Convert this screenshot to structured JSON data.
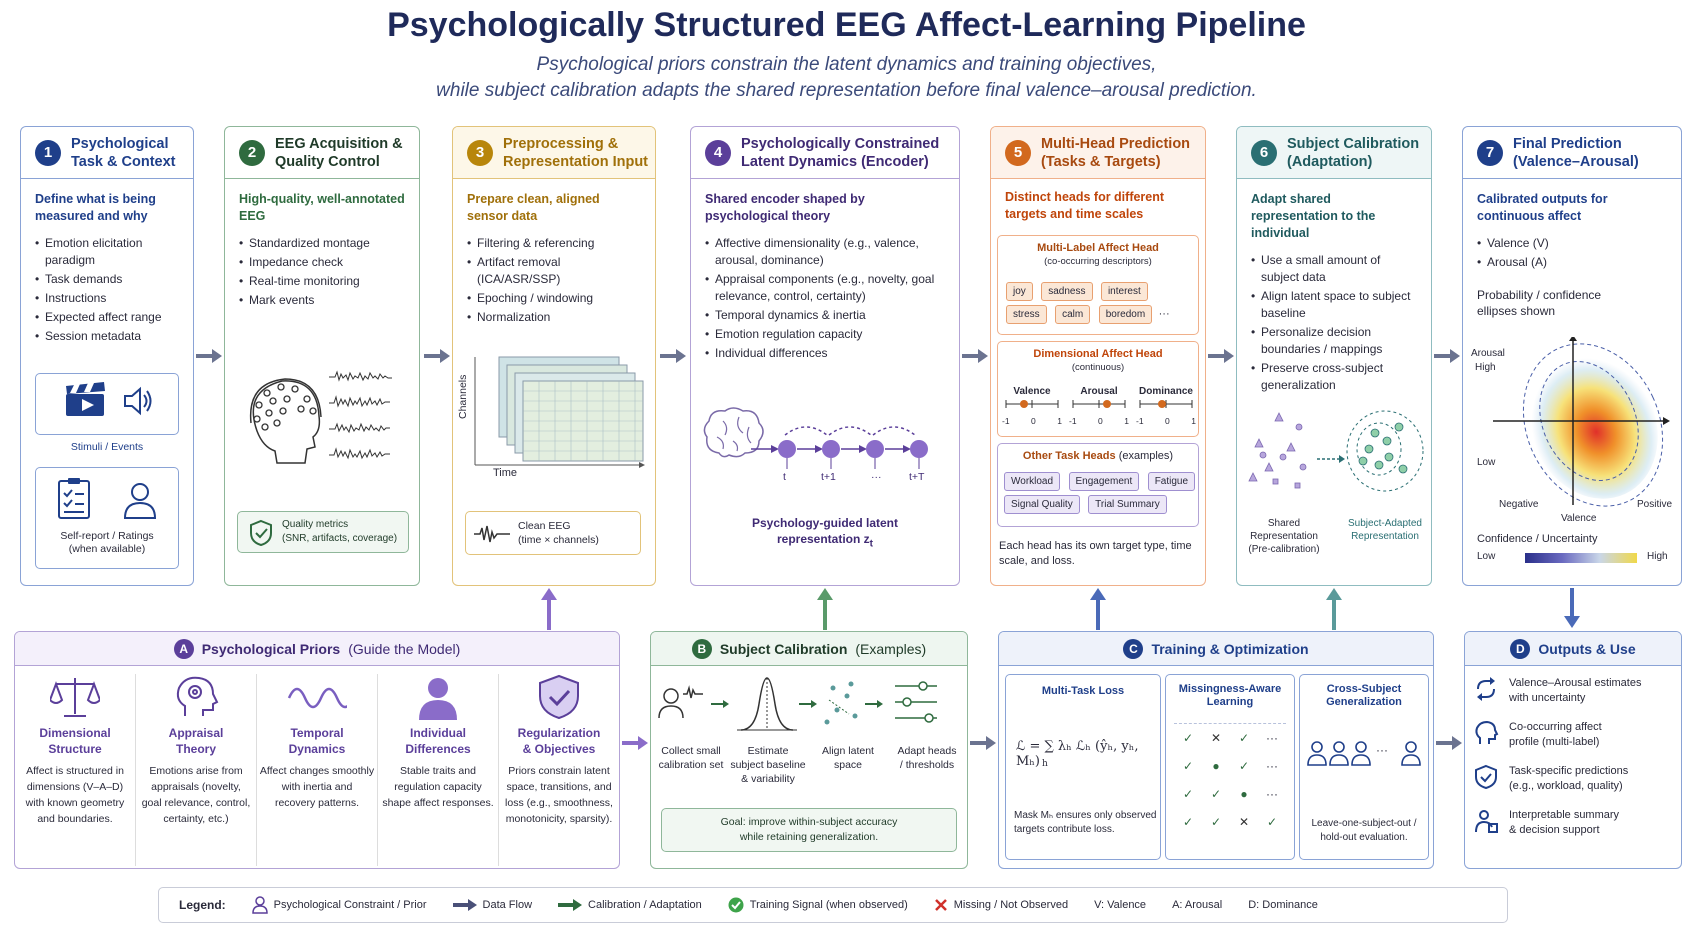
{
  "header": {
    "title": "Psychologically Structured EEG Affect-Learning Pipeline",
    "subtitle_1": "Psychological priors constrain the latent dynamics and training objectives,",
    "subtitle_2": "while subject calibration adapts the shared representation before final valence–arousal prediction."
  },
  "colors": {
    "blue": "#2b4fa8",
    "green": "#2f6b3f",
    "gold": "#b8860b",
    "purple": "#5b3f9a",
    "orange": "#d2691e",
    "teal": "#2a6f73",
    "navy": "#1f3f8a",
    "arrow": "#6b7390"
  },
  "panels": [
    {
      "num": "1",
      "title_1": "Psychological",
      "title_2": "Task & Context",
      "intro": "Define what is being measured and why",
      "items": [
        "Emotion elicitation paradigm",
        "Task demands",
        "Instructions",
        "Expected affect range",
        "Session metadata"
      ],
      "fig1_label": "Stimuli / Events",
      "fig2_label_1": "Self-report / Ratings",
      "fig2_label_2": "(when available)"
    },
    {
      "num": "2",
      "title_1": "EEG Acquisition &",
      "title_2": "Quality Control",
      "intro": "High-quality, well-annotated EEG",
      "items": [
        "Standardized montage",
        "Impedance check",
        "Real-time monitoring",
        "Mark events"
      ],
      "metrics_1": "Quality metrics",
      "metrics_2": "(SNR, artifacts, coverage)"
    },
    {
      "num": "3",
      "title_1": "Preprocessing &",
      "title_2": "Representation Input",
      "intro": "Prepare clean, aligned sensor data",
      "items": [
        "Filtering & referencing",
        "Artifact removal (ICA/ASR/SSP)",
        "Epoching / windowing",
        "Normalization"
      ],
      "axis_y": "Channels",
      "axis_x": "Time",
      "clean_1": "Clean EEG",
      "clean_2": "(time × channels)"
    },
    {
      "num": "4",
      "title_1": "Psychologically Constrained",
      "title_2": "Latent Dynamics (Encoder)",
      "intro": "Shared encoder shaped by psychological theory",
      "items": [
        "Affective dimensionality (e.g., valence, arousal, dominance)",
        "Appraisal components (e.g., novelty, goal relevance, control, certainty)",
        "Temporal dynamics & inertia",
        "Emotion regulation capacity",
        "Individual differences"
      ],
      "nodes": [
        "t",
        "t+1",
        "···",
        "t+T"
      ],
      "caption_1": "Psychology-guided latent",
      "caption_2": "representation z",
      "caption_sub": "t"
    },
    {
      "num": "5",
      "title_1": "Multi-Head Prediction",
      "title_2": "(Tasks & Targets)",
      "intro": "Distinct heads for different targets and time scales",
      "ml_title": "Multi-Label Affect Head",
      "ml_sub": "(co-occurring descriptors)",
      "ml_tags": [
        "joy",
        "sadness",
        "interest",
        "stress",
        "calm",
        "boredom"
      ],
      "ml_more": "···",
      "dim_title": "Dimensional Affect Head",
      "dim_sub": "(continuous)",
      "dims": [
        "Valence",
        "Arousal",
        "Dominance"
      ],
      "dim_ticks": [
        "-1",
        "0",
        "1"
      ],
      "oth_title": "Other Task Heads",
      "oth_sub": "(examples)",
      "oth_tags": [
        "Workload",
        "Engagement",
        "Fatigue",
        "Signal Quality",
        "Trial Summary"
      ],
      "footer": "Each head has its own target type, time scale, and loss."
    },
    {
      "num": "6",
      "title_1": "Subject Calibration",
      "title_2": "(Adaptation)",
      "intro": "Adapt shared representation to the individual",
      "items": [
        "Use a small amount of subject data",
        "Align latent space to subject baseline",
        "Personalize decision boundaries / mappings",
        "Preserve cross-subject generalization"
      ],
      "left_1": "Shared",
      "left_2": "Representation",
      "left_3": "(Pre-calibration)",
      "right_1": "Subject-Adapted",
      "right_2": "Representation"
    },
    {
      "num": "7",
      "title_1": "Final Prediction",
      "title_2": "(Valence–Arousal)",
      "intro": "Calibrated outputs for continuous affect",
      "items": [
        "Valence (V)",
        "Arousal (A)"
      ],
      "prob_1": "Probability / confidence",
      "prob_2": "ellipses shown",
      "y_axis": "Arousal",
      "y_high": "High",
      "y_low": "Low",
      "x_neg": "Negative",
      "x_pos": "Positive",
      "x_axis": "Valence",
      "conf": "Confidence / Uncertainty",
      "conf_low": "Low",
      "conf_high": "High"
    }
  ],
  "bottom": {
    "A": {
      "letter": "A",
      "title": "Psychological Priors",
      "title_sub": "(Guide the Model)",
      "cols": [
        {
          "t1": "Dimensional",
          "t2": "Structure",
          "d": [
            "Affect is structured in",
            "dimensions (V–A–D)",
            "with known geometry",
            "and boundaries."
          ]
        },
        {
          "t1": "Appraisal",
          "t2": "Theory",
          "d": [
            "Emotions arise from",
            "appraisals (novelty,",
            "goal relevance, control,",
            "certainty, etc.)"
          ]
        },
        {
          "t1": "Temporal",
          "t2": "Dynamics",
          "d": [
            "Affect changes smoothly",
            "with inertia and",
            "recovery patterns."
          ]
        },
        {
          "t1": "Individual",
          "t2": "Differences",
          "d": [
            "Stable traits and",
            "regulation capacity",
            "shape affect responses."
          ]
        },
        {
          "t1": "Regularization",
          "t2": "& Objectives",
          "d": [
            "Priors constrain latent",
            "space, transitions, and",
            "loss (e.g., smoothness,",
            "monotonicity, sparsity)."
          ]
        }
      ]
    },
    "B": {
      "letter": "B",
      "title": "Subject Calibration",
      "title_sub": "(Examples)",
      "steps": [
        {
          "l1": "Collect small",
          "l2": "calibration set",
          "l3": ""
        },
        {
          "l1": "Estimate",
          "l2": "subject baseline",
          "l3": "& variability"
        },
        {
          "l1": "Align latent",
          "l2": "space",
          "l3": ""
        },
        {
          "l1": "Adapt heads",
          "l2": "/ thresholds",
          "l3": ""
        }
      ],
      "goal_1": "Goal: improve within-subject accuracy",
      "goal_2": "while retaining generalization."
    },
    "C": {
      "letter": "C",
      "title": "Training & Optimization",
      "mtl_title": "Multi-Task Loss",
      "formula": "ℒ = ∑ λₕ ℒₕ (ŷₕ, yₕ, Mₕ)",
      "formula_sub": "h",
      "mtl_d1": "Mask Mₕ ensures only observed",
      "mtl_d2": "targets contribute loss.",
      "mis_title_1": "Missingness-Aware",
      "mis_title_2": "Learning",
      "mis_grid": [
        [
          "✓",
          "✕",
          "✓",
          "···"
        ],
        [
          "✓",
          "●",
          "✓",
          "···"
        ],
        [
          "✓",
          "✓",
          "●",
          "···"
        ],
        [
          "✓",
          "✓",
          "✕",
          "✓"
        ]
      ],
      "cs_title_1": "Cross-Subject",
      "cs_title_2": "Generalization",
      "cs_more": "···",
      "cs_d1": "Leave-one-subject-out /",
      "cs_d2": "hold-out evaluation."
    },
    "D": {
      "letter": "D",
      "title": "Outputs & Use",
      "items": [
        {
          "l1": "Valence–Arousal estimates",
          "l2": "with uncertainty"
        },
        {
          "l1": "Co-occurring affect",
          "l2": "profile (multi-label)"
        },
        {
          "l1": "Task-specific predictions",
          "l2": "(e.g., workload, quality)"
        },
        {
          "l1": "Interpretable summary",
          "l2": "& decision support"
        }
      ]
    }
  },
  "legend": {
    "title": "Legend:",
    "items": [
      "Psychological Constraint / Prior",
      "Data Flow",
      "Calibration / Adaptation",
      "Training Signal (when observed)",
      "Missing / Not Observed",
      "V:  Valence",
      "A:  Arousal",
      "D:  Dominance"
    ]
  }
}
